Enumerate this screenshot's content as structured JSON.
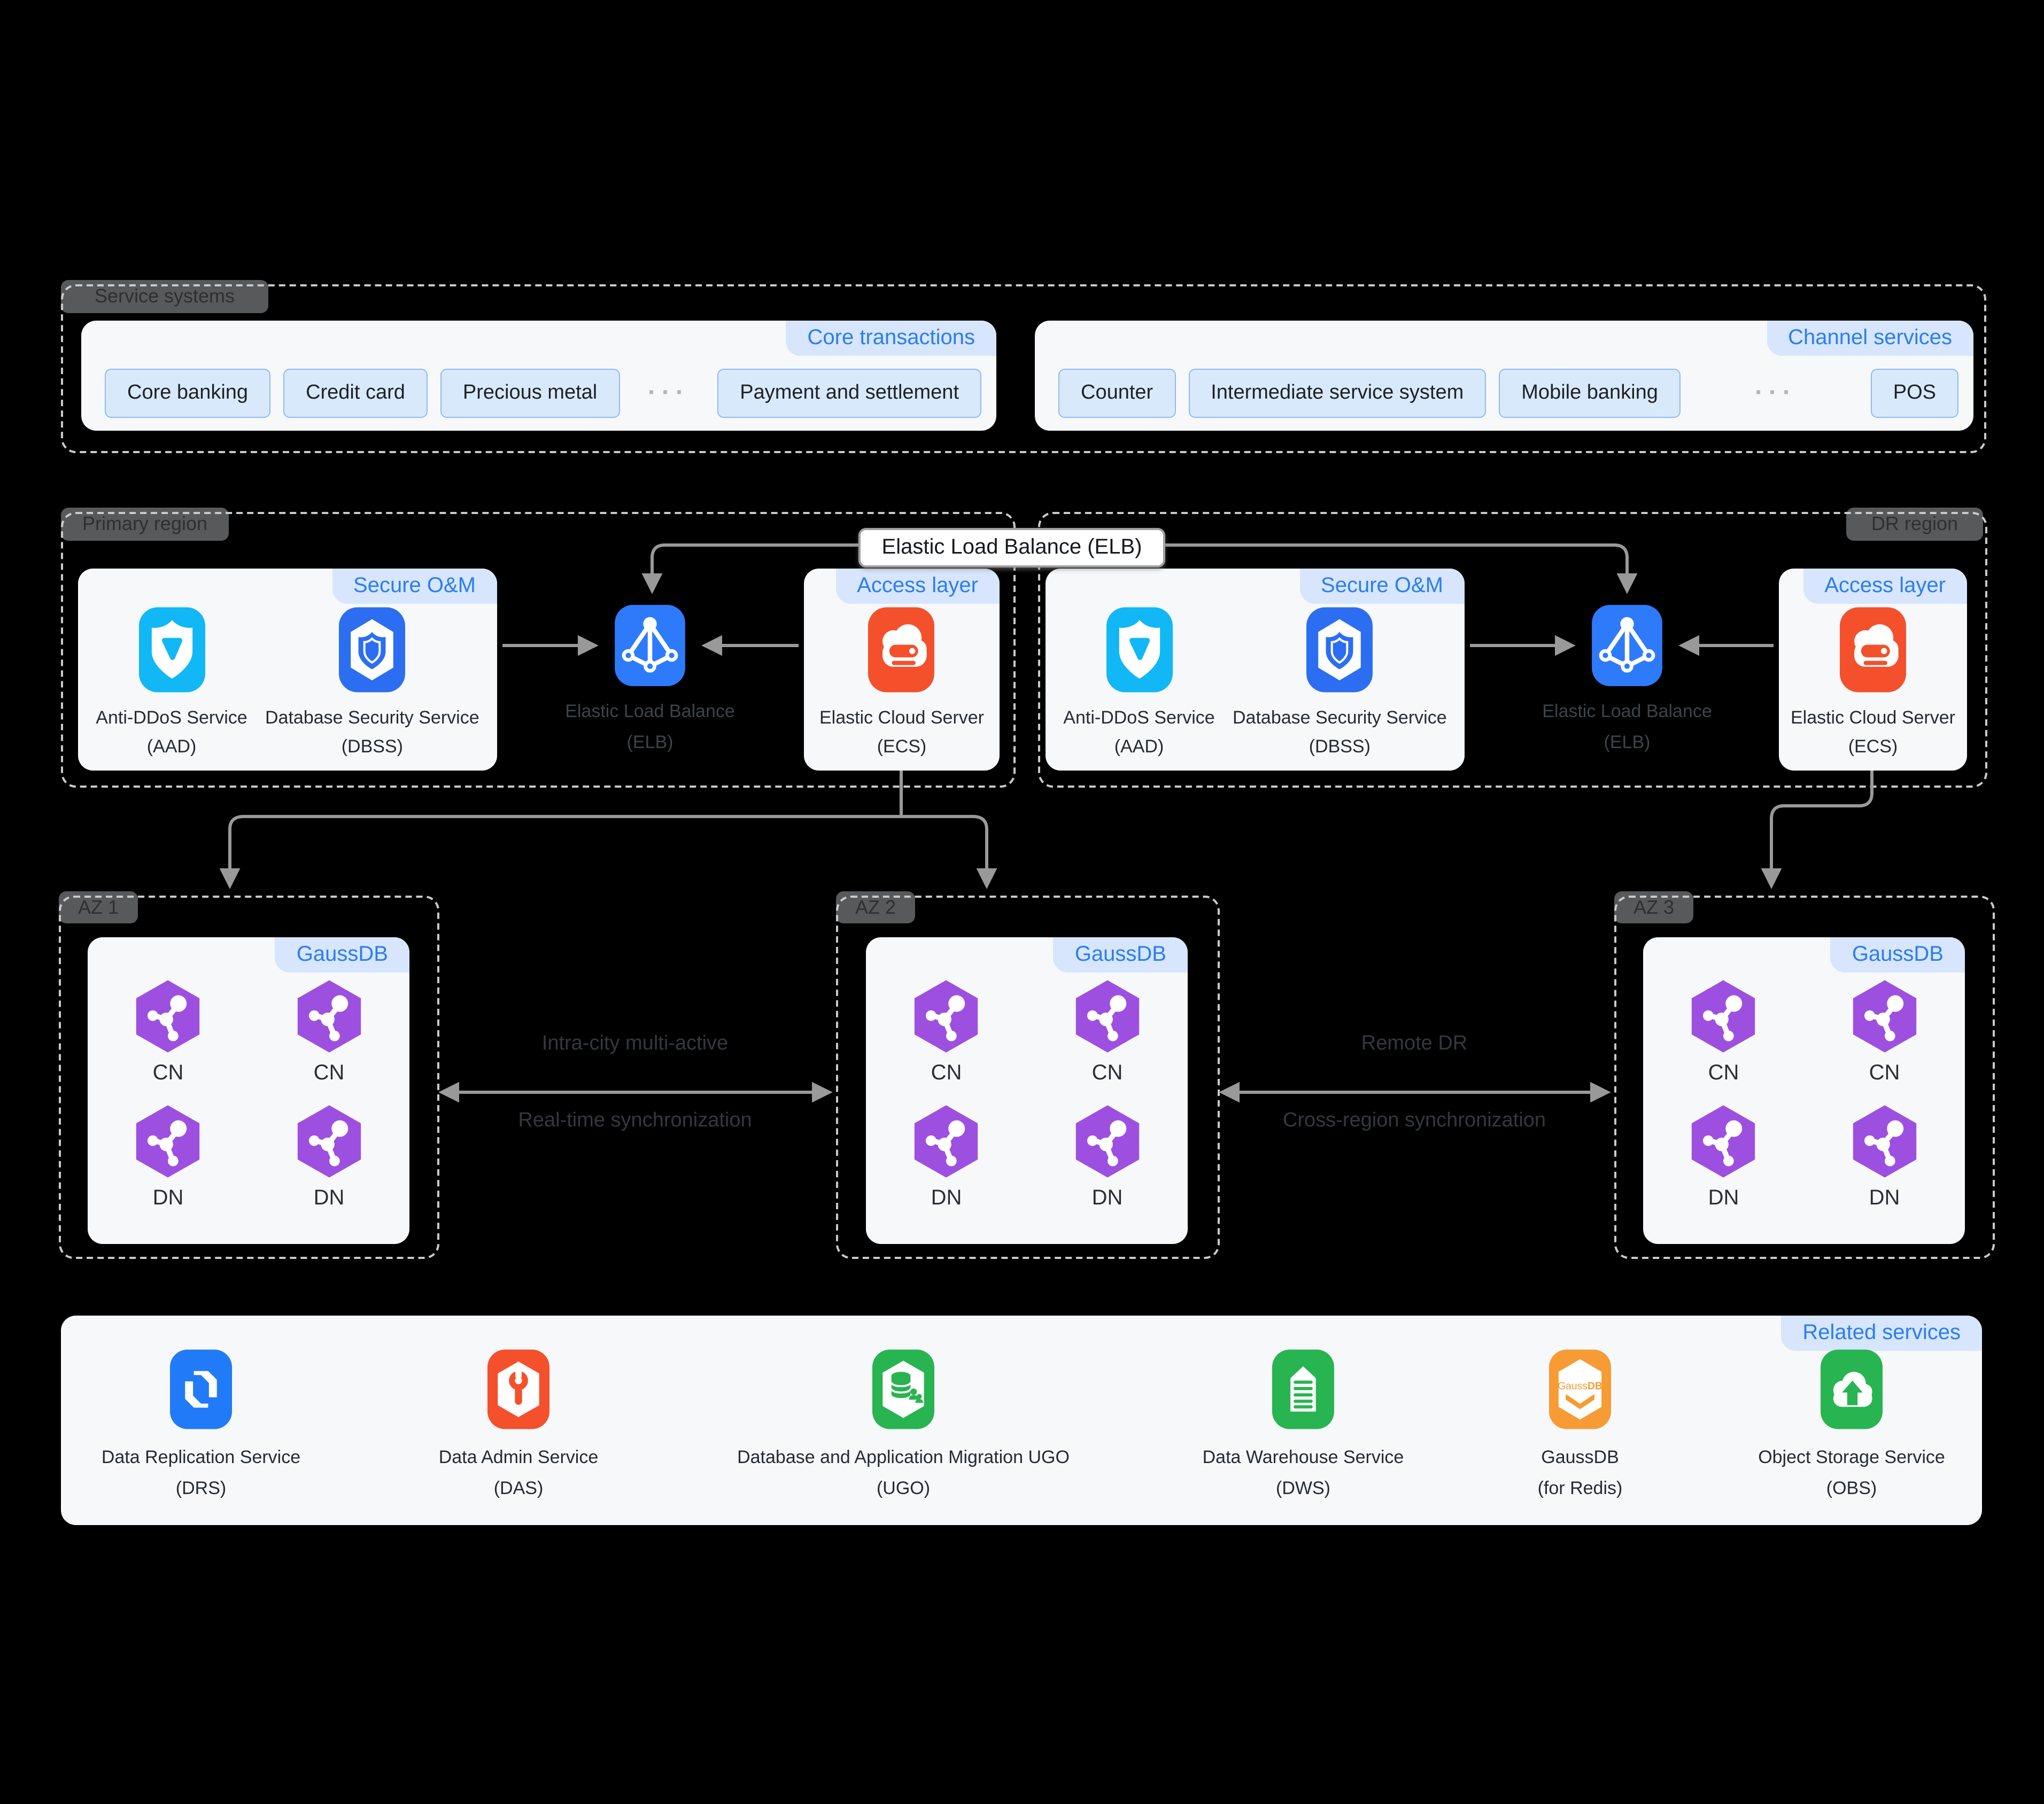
{
  "colors": {
    "background": "#000000",
    "accent_blue": "#2b7df2",
    "pill_bg": "#d7e6fc",
    "button_bg": "#d9e9fc",
    "button_border": "#8fbaf6",
    "panel_bg": "#f7f8fa",
    "tab_bg": "#58595b",
    "arrow_gray": "#999999",
    "aad_cyan": "#12b7f5",
    "dbss_blue": "#2c6ef2",
    "elb_blue": "#2d7bfb",
    "ecs_red": "#f4502c",
    "node_purple": "#9d50e0",
    "drs_blue": "#217af8",
    "das_red": "#f4502c",
    "service_green": "#28b450",
    "redis_orange": "#f79b35"
  },
  "service_systems": {
    "tab": "Service systems",
    "core_transactions": {
      "label": "Core transactions",
      "items": [
        "Core banking",
        "Credit card",
        "Precious metal",
        "Payment and settlement"
      ],
      "ellipsis": "···"
    },
    "channel_services": {
      "label": "Channel services",
      "items": [
        "Counter",
        "Intermediate service system",
        "Mobile banking",
        "POS"
      ],
      "ellipsis": "···"
    }
  },
  "elb_connector_label": "Elastic Load Balance (ELB)",
  "primary_region": {
    "tab": "Primary region",
    "secure_om": {
      "label": "Secure O&M",
      "services": [
        {
          "name": "Anti-DDoS Service",
          "acronym": "(AAD)",
          "icon": "anti-ddos-shield-icon"
        },
        {
          "name": "Database Security Service",
          "acronym": "(DBSS)",
          "icon": "database-security-shield-icon"
        }
      ]
    },
    "elb": {
      "name": "Elastic Load Balance",
      "acronym": "(ELB)",
      "icon": "elastic-load-balance-icon"
    },
    "access_layer": {
      "label": "Access layer",
      "service": {
        "name": "Elastic Cloud Server",
        "acronym": "(ECS)",
        "icon": "elastic-cloud-server-icon"
      }
    }
  },
  "dr_region": {
    "tab": "DR region",
    "secure_om": {
      "label": "Secure O&M",
      "services": [
        {
          "name": "Anti-DDoS Service",
          "acronym": "(AAD)",
          "icon": "anti-ddos-shield-icon"
        },
        {
          "name": "Database Security Service",
          "acronym": "(DBSS)",
          "icon": "database-security-shield-icon"
        }
      ]
    },
    "elb": {
      "name": "Elastic Load Balance",
      "acronym": "(ELB)",
      "icon": "elastic-load-balance-icon"
    },
    "access_layer": {
      "label": "Access layer",
      "service": {
        "name": "Elastic Cloud Server",
        "acronym": "(ECS)",
        "icon": "elastic-cloud-server-icon"
      }
    }
  },
  "az_zones": [
    {
      "tab": "AZ 1",
      "pill": "GaussDB",
      "nodes": [
        "CN",
        "CN",
        "DN",
        "DN"
      ]
    },
    {
      "tab": "AZ 2",
      "pill": "GaussDB",
      "nodes": [
        "CN",
        "CN",
        "DN",
        "DN"
      ]
    },
    {
      "tab": "AZ 3",
      "pill": "GaussDB",
      "nodes": [
        "CN",
        "CN",
        "DN",
        "DN"
      ]
    }
  ],
  "links": {
    "intra_city": {
      "line1": "Intra-city multi-active",
      "line2": "Real-time synchronization"
    },
    "remote_dr": {
      "line1": "Remote DR",
      "line2": "Cross-region synchronization"
    }
  },
  "related_services": {
    "label": "Related services",
    "items": [
      {
        "name": "Data Replication Service",
        "acronym": "(DRS)",
        "icon": "data-replication-icon"
      },
      {
        "name": "Data Admin Service",
        "acronym": "(DAS)",
        "icon": "wrench-hexagon-icon"
      },
      {
        "name": "Database and Application Migration UGO",
        "acronym": "(UGO)",
        "icon": "database-migration-icon"
      },
      {
        "name": "Data Warehouse Service",
        "acronym": "(DWS)",
        "icon": "data-warehouse-document-icon"
      },
      {
        "name": "GaussDB",
        "acronym": "(for Redis)",
        "icon": "gaussdb-redis-icon"
      },
      {
        "name": "Object Storage Service",
        "acronym": "(OBS)",
        "icon": "cloud-upload-icon"
      }
    ]
  }
}
